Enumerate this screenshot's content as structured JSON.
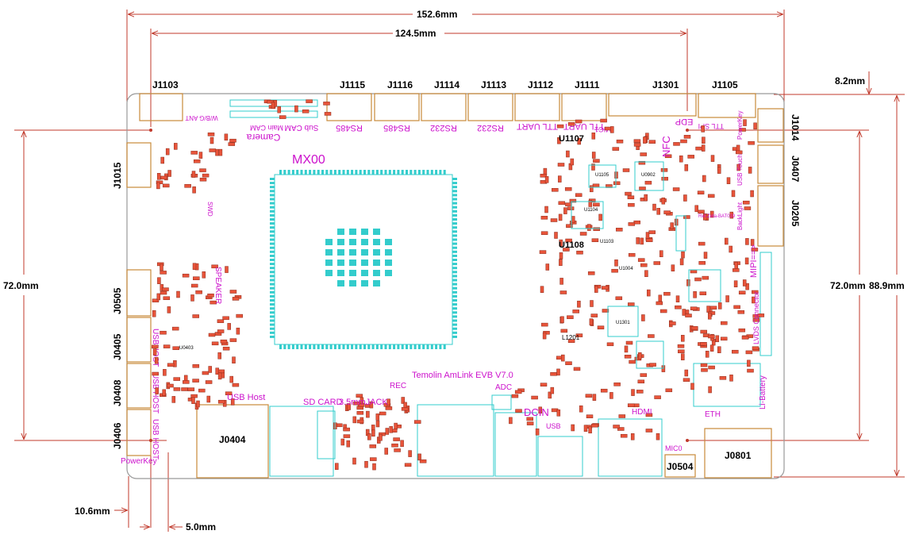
{
  "dimensions": {
    "board_width": "152.6mm",
    "hole_span": "124.5mm",
    "top_offset": "8.2mm",
    "hole_height_left": "72.0mm",
    "hole_height_right": "72.0mm",
    "board_height": "88.9mm",
    "left_offset": "10.6mm",
    "hole_offset": "5.0mm"
  },
  "connectors": {
    "j1103": "J1103",
    "j1115": "J1115",
    "j1116": "J1116",
    "j1114": "J1114",
    "j1113": "J1113",
    "j1112": "J1112",
    "j1111": "J1111",
    "j1301": "J1301",
    "j1105": "J1105",
    "j1015": "J1015",
    "j0505": "J0505",
    "j0405": "J0405",
    "j0408": "J0408",
    "j0406": "J0406",
    "j0404": "J0404",
    "j0504": "J0504",
    "j0801": "J0801",
    "j1014": "J1014",
    "j0407": "J0407",
    "j0205": "J0205"
  },
  "silkscreen": {
    "mx00": "MX00",
    "camera": "Camera",
    "main_cam": "Main CAM",
    "sub_cam": "Sub CAM",
    "wifi_ant": "W/B/G ANT",
    "rs485_a": "RS485",
    "rs485_b": "RS485",
    "rs232_a": "RS232",
    "rs232_b": "RS232",
    "ttl_uart_a": "TTL UART",
    "ttl_uart_b": "TTL UART",
    "mic1": "MIC1",
    "edp": "EDP",
    "ttl_spi": "TTL SPI",
    "nfc": "NFC",
    "powerkey_top": "PowerKey",
    "usb_touch": "USB Touch",
    "ref_zeta": "Ref.Zeta-BAT019",
    "backlight": "BackLight",
    "mipi": "MIPI==>",
    "lvds": "LVDS Connector",
    "li_battery": "Li-Battery",
    "speaker": "SPEAKER",
    "swd": "SWD",
    "usb_host_a": "USBHOST",
    "usb_host_b": "USB HOST",
    "usb_host_c": "USB HOST",
    "usb_host_label": "USB Host",
    "sd_card": "SD CARD",
    "jack": "3.5mmJACK",
    "rec": "REC",
    "adc": "ADC",
    "evb": "Temolin AmLink EVB V7.0",
    "dcin": "DCIN",
    "usb": "USB",
    "hdmi": "HDMI",
    "eth": "ETH",
    "mic0": "MIC0",
    "powerkey_bottom": "PowerKey",
    "u1107": "U1107",
    "u1108": "U1108",
    "l1201": "L1201",
    "u1301": "U1301",
    "u1004": "U1004",
    "u0902": "U0902",
    "u1103": "U1103",
    "u1104": "U1104",
    "u1105": "U1105",
    "u0403": "U0403"
  }
}
